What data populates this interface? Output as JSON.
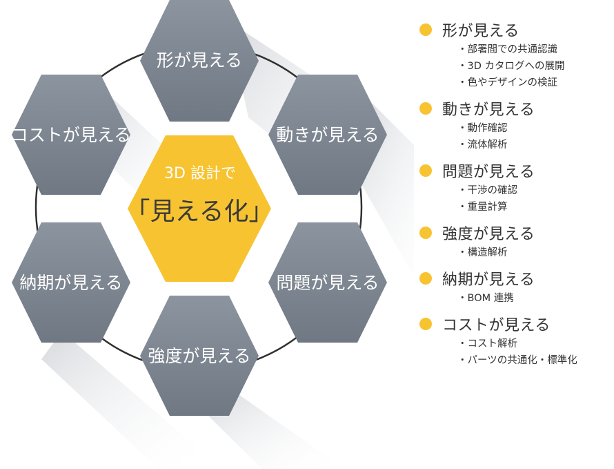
{
  "center": {
    "line1": "3D 設計で",
    "line2": "「見える化」"
  },
  "hexagons": {
    "top": "形が見える",
    "upper_right": "動きが見える",
    "lower_right": "問題が見える",
    "bottom": "強度が見える",
    "lower_left": "納期が見える",
    "upper_left": "コストが見える"
  },
  "legend": [
    {
      "title": "形が見える",
      "items": [
        "部署間での共通認識",
        "3D カタログへの展開",
        "色やデザインの検証"
      ]
    },
    {
      "title": "動きが見える",
      "items": [
        "動作確認",
        "流体解析"
      ]
    },
    {
      "title": "問題が見える",
      "items": [
        "干渉の確認",
        "重量計算"
      ]
    },
    {
      "title": "強度が見える",
      "items": [
        "構造解析"
      ]
    },
    {
      "title": "納期が見える",
      "items": [
        "BOM 連携"
      ]
    },
    {
      "title": "コストが見える",
      "items": [
        "コスト解析",
        "パーツの共通化・標準化"
      ]
    }
  ],
  "colors": {
    "hexagon": "#78818d",
    "center": "#f7c331",
    "bullet": "#f7c331",
    "ring": "#2f2f2f"
  }
}
